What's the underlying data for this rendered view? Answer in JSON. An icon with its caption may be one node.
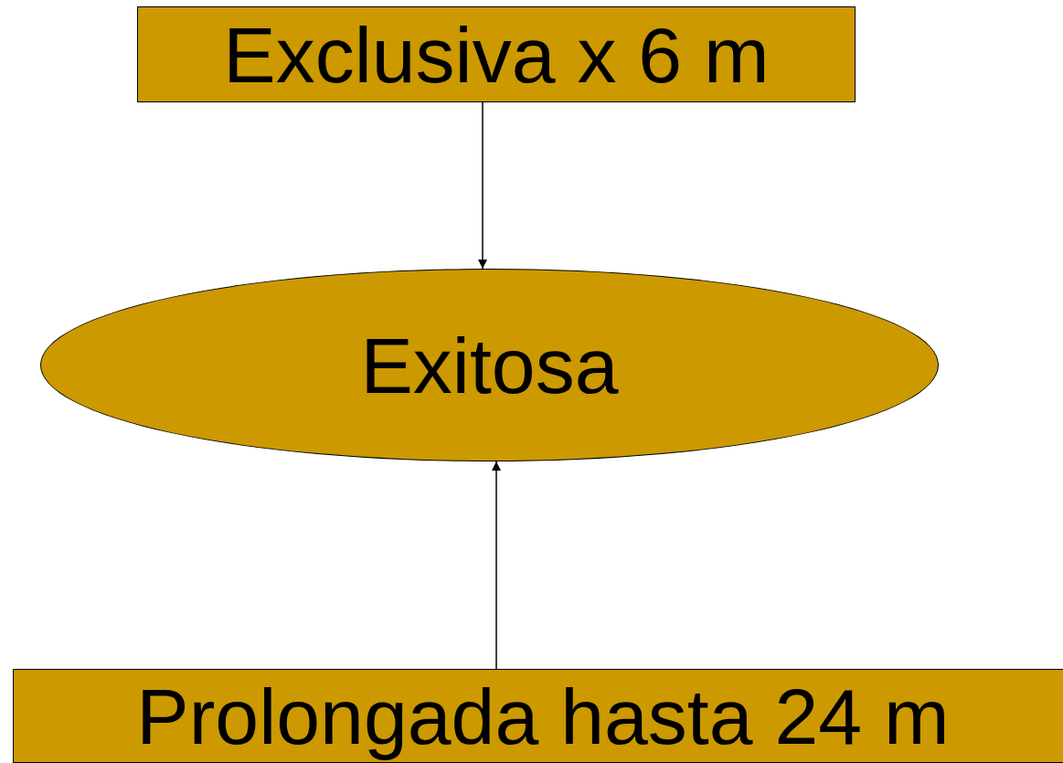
{
  "diagram": {
    "nodes": [
      {
        "text": [
          "Exclusiva x 6 m"
        ]
      },
      {
        "text": [
          "Exitosa"
        ]
      },
      {
        "text": [
          "Prolongada hasta 24 m"
        ]
      }
    ],
    "edges": [
      {
        "from": 0,
        "to": 1,
        "arrow": "to"
      },
      {
        "from": 2,
        "to": 1,
        "arrow": "to"
      }
    ]
  }
}
